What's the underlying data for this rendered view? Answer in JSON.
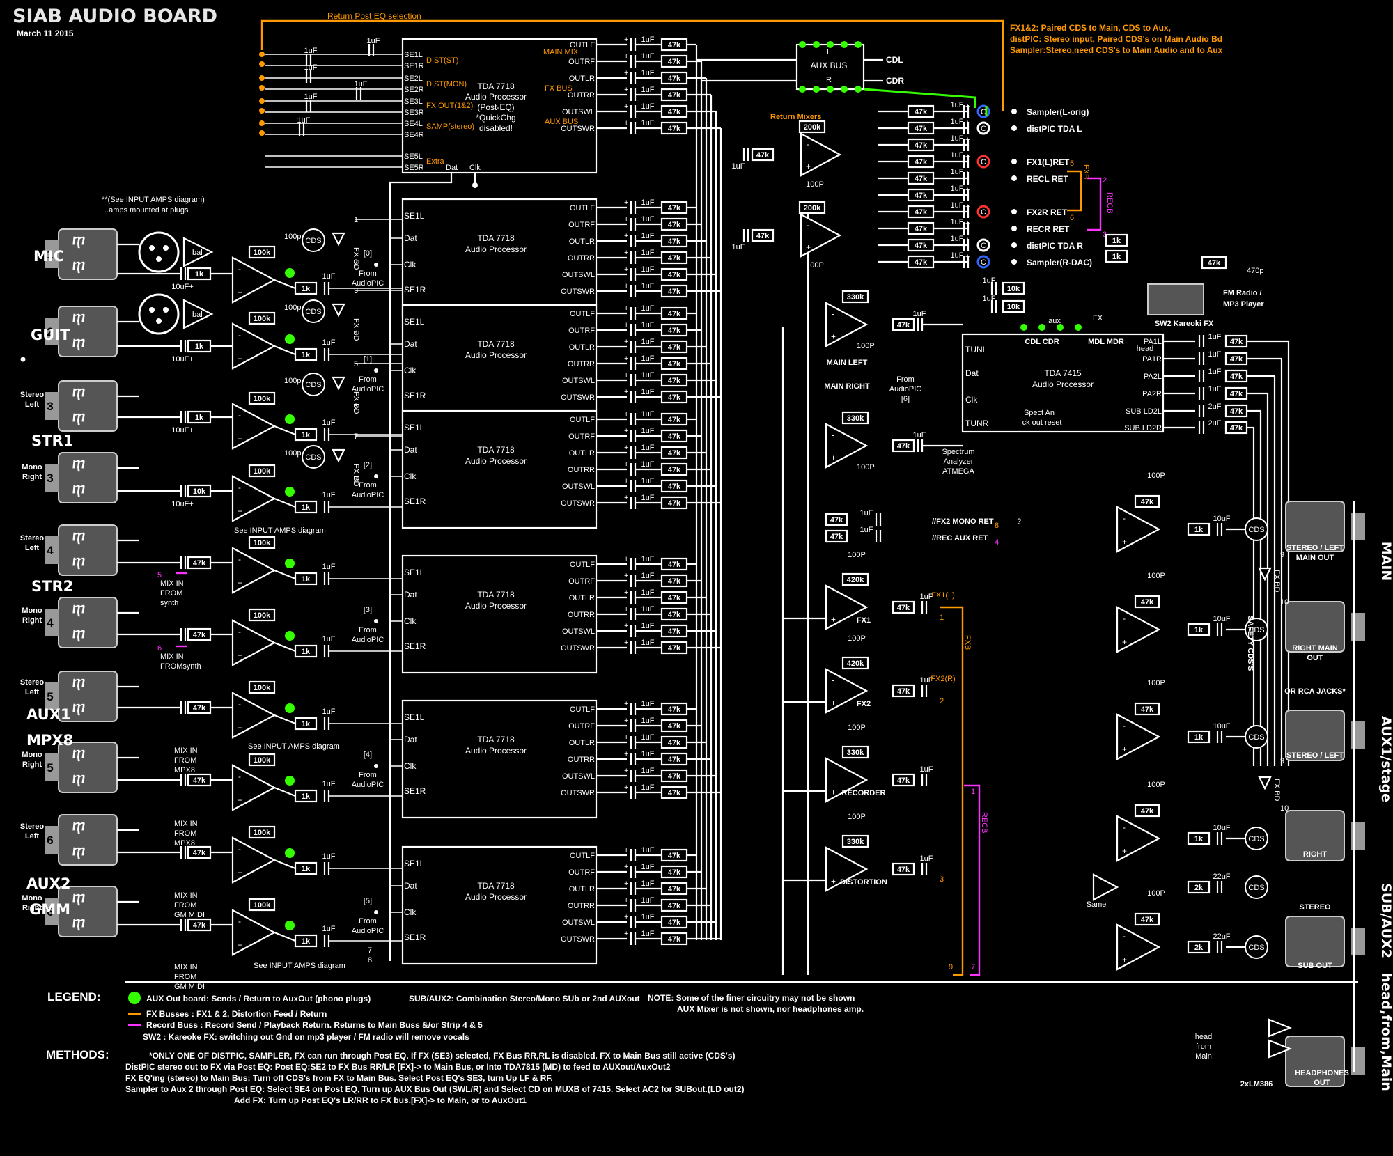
{
  "title": "SIAB AUDIO BOARD",
  "date": "March 11 2015",
  "top_notes": {
    "return_post_eq": "Return Post EQ selection",
    "fx_note": [
      "FX1&2: Paired CDS to Main, CDS to Aux,",
      "distPIC: Stereo input, Paired CDS's on Main Audio Bd",
      "Sampler:Stereo,need CDS's to Main Audio and to Aux"
    ]
  },
  "post_eq": {
    "chip": [
      "TDA 7718",
      "Audio Processor",
      "(Post-EQ)",
      "*QuickChg",
      "disabled!"
    ],
    "inputs": [
      "SE1L",
      "SE1R",
      "SE2L",
      "SE2R",
      "SE3L",
      "SE3R",
      "SE4L",
      "SE4R",
      "SE5L",
      "SE5R"
    ],
    "tags": [
      "DIST(ST)",
      "DIST(MON)",
      "FX OUT(1&2)",
      "SAMP(stereo)",
      "Extra"
    ],
    "outputs": [
      "OUTLF",
      "OUTRF",
      "OUTLR",
      "OUTRR",
      "OUTSWL",
      "OUTSWR"
    ],
    "out_tags": [
      "MAIN MIX",
      "FX BUS",
      "AUX BUS"
    ],
    "dat": "Dat",
    "clk": "Clk"
  },
  "aux_bus": {
    "l": "L",
    "name": "AUX BUS",
    "r": "R",
    "cdl": "CDL",
    "cdr": "CDR"
  },
  "processor": {
    "name": [
      "TDA 7718",
      "Audio Processor"
    ],
    "in_l": "SE1L",
    "in_r": "SE1R",
    "dat": "Dat",
    "clk": "Clk",
    "outs": [
      "OUTLF",
      "OUTRF",
      "OUTLR",
      "OUTRR",
      "OUTSWL",
      "OUTSWR"
    ]
  },
  "parts": {
    "r47k": "47k",
    "c1uf": "1uF",
    "r1k": "1k",
    "r100k": "100k",
    "c100p": "100p",
    "cds": "CDS",
    "c10uf": "10uF+",
    "r10k": "10k",
    "fxbd": "FX BD",
    "from": "From",
    "audiopic": "AudioPIC",
    "bal": "bal",
    "plus": "+"
  },
  "input_amps_note": [
    "**(See  INPUT AMPS diagram)",
    "..amps mounted at plugs"
  ],
  "see_input_amps": "See  INPUT AMPS diagram",
  "processor_idx": [
    "[0]",
    "[1]",
    "[2]",
    "[3]",
    "[4]",
    "[5]"
  ],
  "channels": [
    {
      "label": "MIC"
    },
    {
      "label": "GUIT"
    },
    {
      "label": "STR1"
    },
    {
      "label": "STR2"
    },
    {
      "label": "AUX1"
    },
    {
      "label": "MPX8"
    },
    {
      "label": "AUX2"
    },
    {
      "label": "GMM"
    }
  ],
  "jack_labels": [
    "1",
    "2",
    "3",
    "3",
    "4",
    "4",
    "5",
    "5",
    "6",
    "6"
  ],
  "stereo_left": [
    "Stereo",
    "Left"
  ],
  "mono_right": [
    "Mono",
    "Right"
  ],
  "mix_in": {
    "n5": "5",
    "n6": "6",
    "l1": "MIX IN",
    "l2": "FROM",
    "synth": "synth",
    "fromsynth": "FROMsynth",
    "mpx8": "MPX8",
    "gmmidi": "GM MIDI"
  },
  "return_mixers": {
    "title": "Return Mixers",
    "r200k": "200k",
    "c100p": "100P"
  },
  "returns": [
    "Sampler(L-orig)",
    "distPIC TDA L",
    "FX1(L)RET",
    "RECL RET",
    "FX2R RET",
    "RECR RET",
    "distPIC TDA R",
    "Sampler(R-DAC)"
  ],
  "fxb": "FXB",
  "recb": "RECB",
  "bus_nums": {
    "n5": "5",
    "n2": "2",
    "n6": "6",
    "n3": "3",
    "n1": "1",
    "n7": "7",
    "n9": "9",
    "n4": "4",
    "n8": "8"
  },
  "main_mix": {
    "left": "MAIN LEFT",
    "right": "MAIN RIGHT",
    "r330k": "330k",
    "c100p": "100P",
    "from": [
      "From",
      "AudioPIC",
      "[6]"
    ]
  },
  "tda7415": {
    "name": [
      "TDA 7415",
      "Audio Processor"
    ],
    "pins": [
      "TUNL",
      "Dat",
      "Clk",
      "TUNR"
    ],
    "outs": [
      "PA1L",
      "PA1R",
      "PA2L",
      "PA2R",
      "SUB LD2L",
      "SUB LD2R"
    ],
    "top": [
      "CDL CDR",
      "MDL MDR"
    ],
    "spect": [
      "Spect An",
      "ck out  reset"
    ],
    "head": "head",
    "aux": "aux",
    "fx": "FX"
  },
  "spectrum": [
    "Spectrum",
    "Analyzer",
    "ATMEGA"
  ],
  "fm": {
    "r47k": "47k",
    "c470p": "470p",
    "label": [
      "FM Radio /",
      "MP3 Player"
    ],
    "sw2": "SW2  Kareoki FX",
    "r1k": "1k"
  },
  "c2uf": "2uF",
  "rets": {
    "fx2": "//FX2 MONO RET",
    "rec": "//REC AUX RET",
    "q": "?"
  },
  "fx_amps": [
    {
      "name": "FX1",
      "r": "420k",
      "out": "FX1(L)",
      "n": "1"
    },
    {
      "name": "FX2",
      "r": "420k",
      "out": "FX2(R)",
      "n": "2"
    },
    {
      "name": "RECORDER",
      "r": "330k"
    },
    {
      "name": "DISTORTION",
      "r": "330k",
      "n": "3"
    }
  ],
  "outputs": {
    "main": "MAIN",
    "aux1": "AUX1/stage",
    "sub": "SUB/AUX2",
    "head": [
      "head",
      "from",
      "Main"
    ],
    "labels": [
      "STEREO / LEFT",
      "MAIN OUT",
      "RIGHT MAIN",
      "OUT",
      "OR RCA JACKS*",
      "STEREO / LEFT",
      "RIGHT",
      "STEREO",
      "SUB OUT",
      "HEADPHONES",
      "OUT"
    ],
    "r47k": "47k",
    "c10uf": "10uF",
    "c22uf": "22uF",
    "r2k": "2k",
    "safety": "SAFETY CDS'S",
    "same": "Same",
    "lm386": "2xLM386"
  },
  "legend": {
    "title": "LEGEND:",
    "green": "AUX Out board: Sends / Return to AuxOut (phono plugs)",
    "sub": "SUB/AUX2: Combination Stereo/Mono SUb or 2nd AUXout",
    "orange": "FX Busses : FX1 & 2, Distortion Feed / Return",
    "magenta": "Record Buss : Record Send / Playback Return. Returns to Main Buss &/or  Strip 4 & 5",
    "sw2": "SW2 : Kareoke FX: switching out Gnd on mp3 player / FM radio will remove vocals",
    "note": [
      "NOTE: Some of the finer circuitry may not be shown",
      "AUX Mixer is not shown, nor headphones amp."
    ],
    "colors": {
      "green": "#33ff00",
      "orange": "#ff9900",
      "magenta": "#ff33ff"
    }
  },
  "methods": {
    "title": "METHODS:",
    "lines": [
      [
        "",
        "*ONLY ONE OF DISTPIC, SAMPLER, FX can run through Post EQ. If FX (SE3) selected, FX Bus RR,RL is disabled. FX to Main Bus still active (CDS's)"
      ],
      [
        "DistPIC stereo out to FX via Post EQ:",
        " Post EQ:SE2 to FX Bus RR/LR [FX]-> to Main Bus, or Into TDA7815 (MD) to feed to AUXout/AuxOut2"
      ],
      [
        "FX EQ'ing (stereo) to Main Bus:",
        " Turn off CDS's from FX to Main Bus. Select Post EQ's SE3, turn Up LF & RF."
      ],
      [
        "Sampler to Aux 2 through Post EQ:",
        " Select SE4 on Post EQ, Turn up AUX Bus Out (SWL/R) and Select CD on MUXB of 7415. Select AC2 for SUBout.(LD out2)"
      ],
      [
        "Add FX:",
        " Turn up Post EQ's LR/RR to FX bus.[FX]-> to Main, or to AuxOut1"
      ]
    ]
  }
}
